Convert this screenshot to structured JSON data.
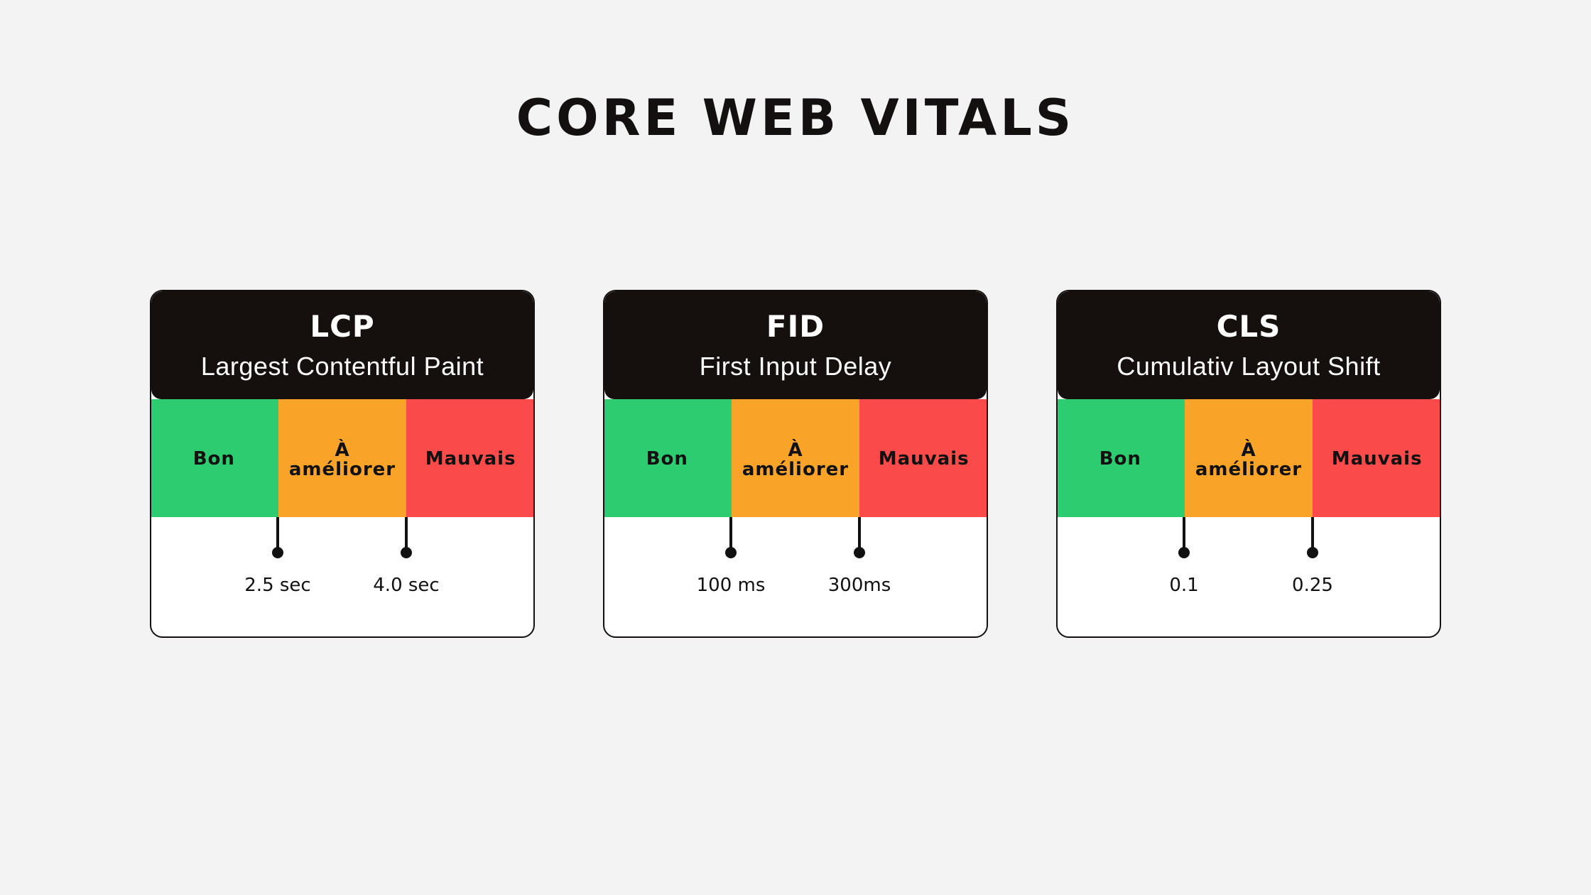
{
  "title": "CORE WEB VITALS",
  "colors": {
    "background": "#f3f3f3",
    "header": "#150f0d",
    "good": "#2ecc71",
    "needs_improvement": "#f9a328",
    "poor": "#fa4b4a"
  },
  "cards": [
    {
      "abbr": "LCP",
      "name": "Largest Contentful Paint",
      "segments": [
        {
          "label": "Bon"
        },
        {
          "label": "À\naméliorer"
        },
        {
          "label": "Mauvais"
        }
      ],
      "thresholds": [
        "2.5 sec",
        "4.0 sec"
      ]
    },
    {
      "abbr": "FID",
      "name": "First Input Delay",
      "segments": [
        {
          "label": "Bon"
        },
        {
          "label": "À\naméliorer"
        },
        {
          "label": "Mauvais"
        }
      ],
      "thresholds": [
        "100 ms",
        "300ms"
      ]
    },
    {
      "abbr": "CLS",
      "name": "Cumulativ Layout Shift",
      "segments": [
        {
          "label": "Bon"
        },
        {
          "label": "À\naméliorer"
        },
        {
          "label": "Mauvais"
        }
      ],
      "thresholds": [
        "0.1",
        "0.25"
      ]
    }
  ]
}
